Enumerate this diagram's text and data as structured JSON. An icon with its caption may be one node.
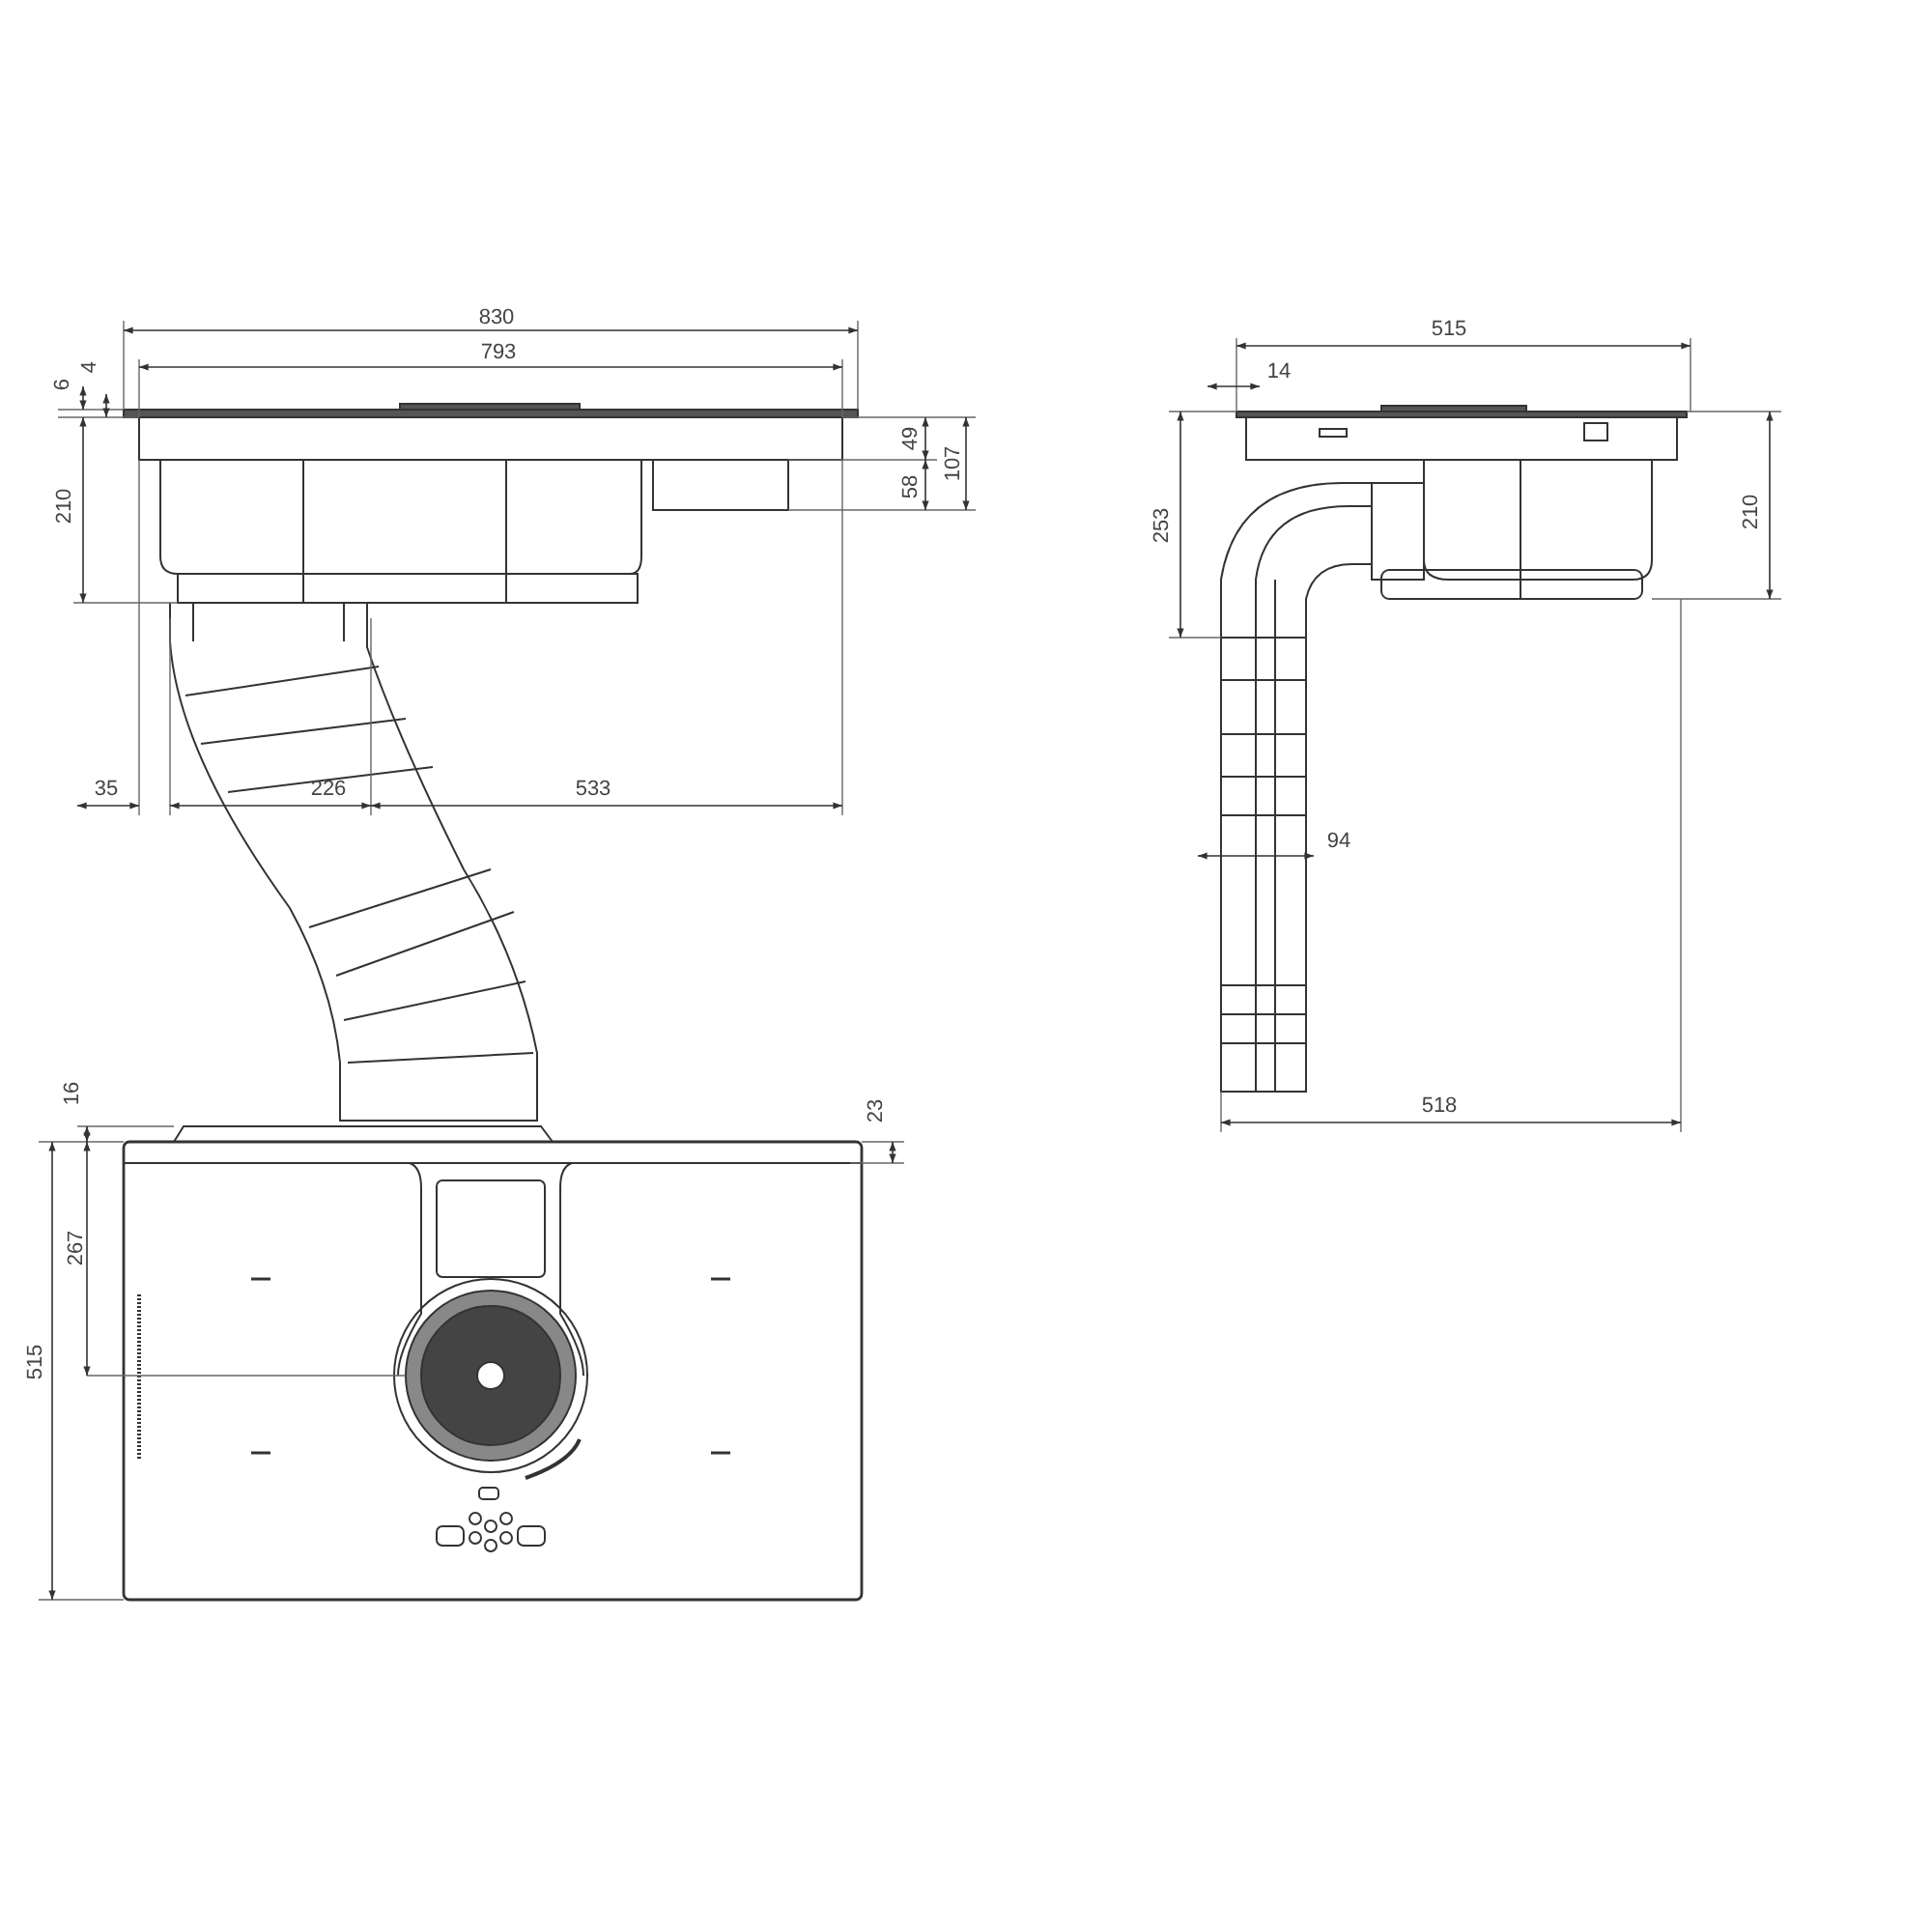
{
  "diagram": {
    "labels": [
      "830",
      "793",
      "6",
      "4",
      "49",
      "107",
      "58",
      "210",
      "35",
      "226",
      "533",
      "515",
      "14",
      "253",
      "210",
      "94",
      "518",
      "16",
      "23",
      "267",
      "515"
    ]
  }
}
